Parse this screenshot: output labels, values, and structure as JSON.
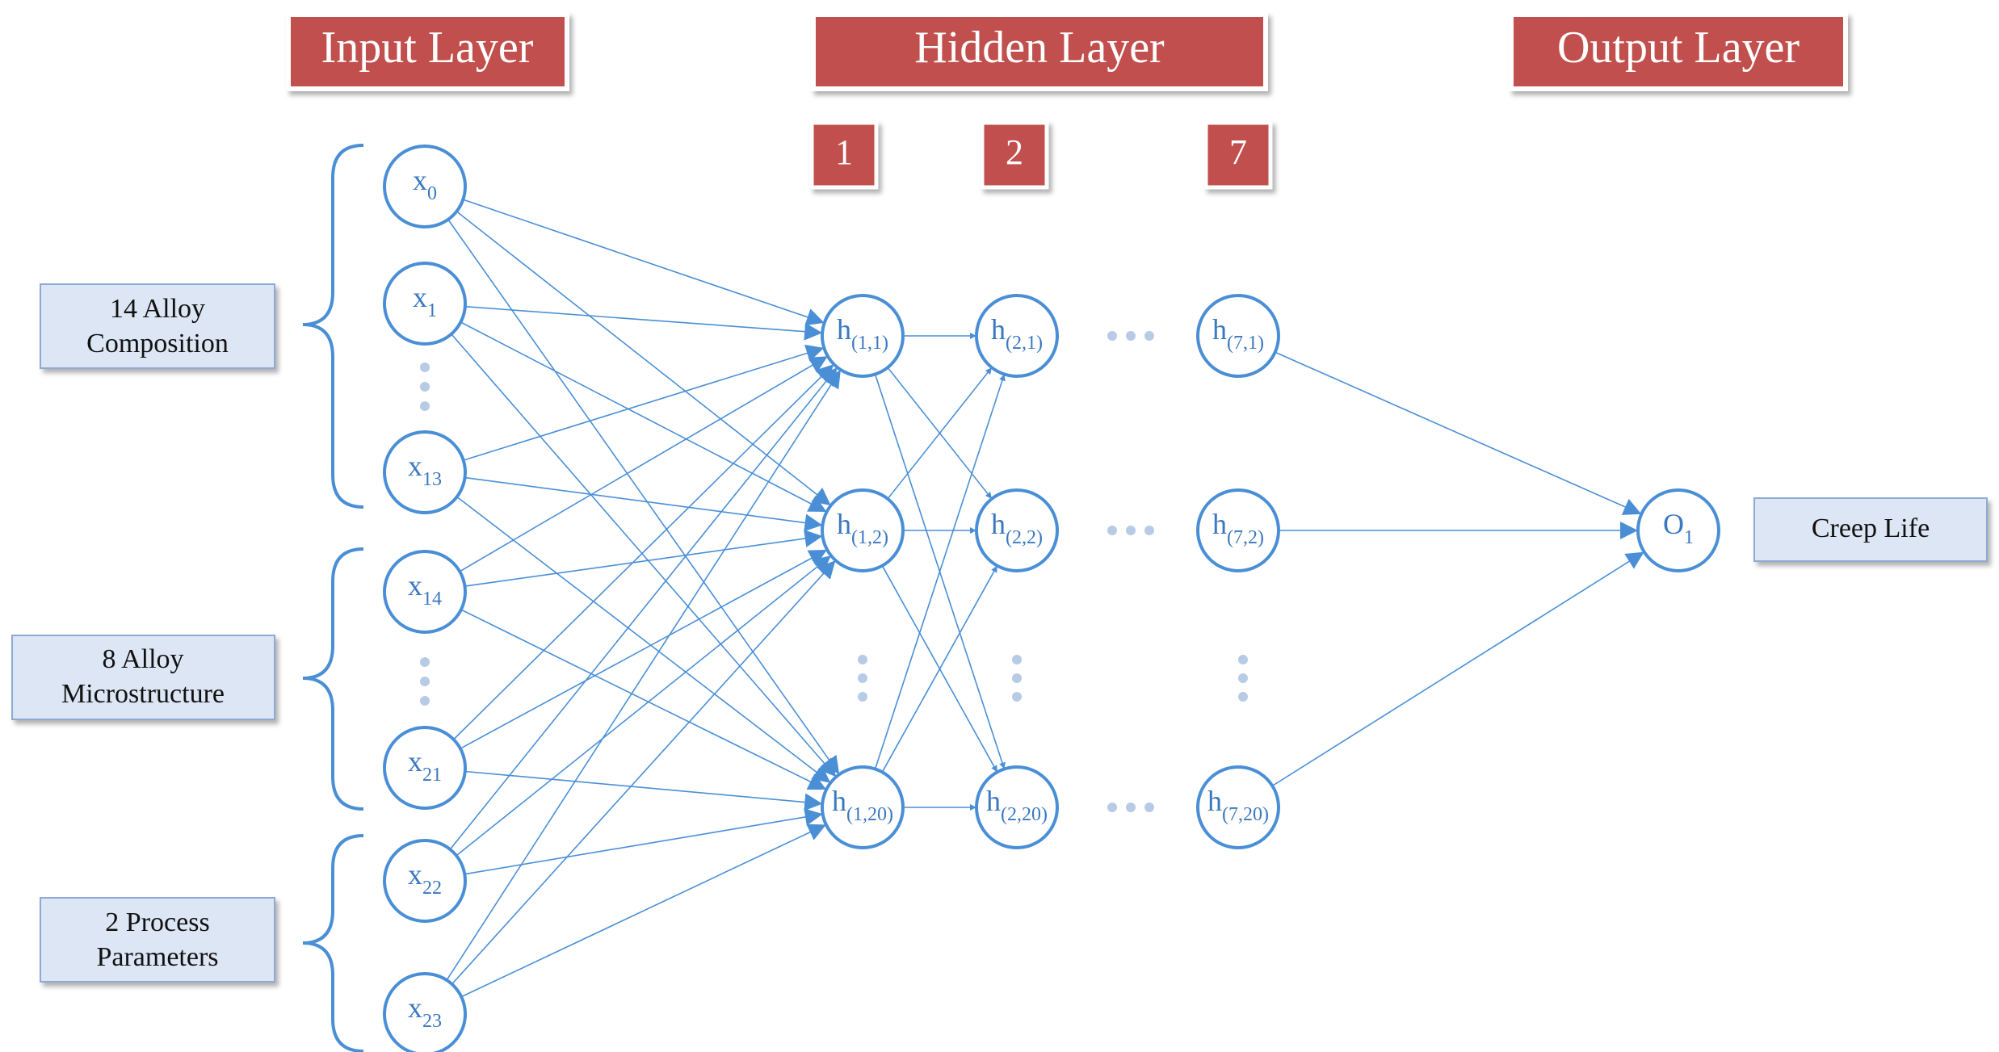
{
  "headers": {
    "input": "Input Layer",
    "hidden": "Hidden Layer",
    "output": "Output Layer"
  },
  "hidden_layer_numbers": [
    "1",
    "2",
    "7"
  ],
  "input_groups": [
    {
      "line1": "14 Alloy",
      "line2": "Composition"
    },
    {
      "line1": "8 Alloy",
      "line2": "Microstructure"
    },
    {
      "line1": "2 Process",
      "line2": "Parameters"
    }
  ],
  "output_label": "Creep Life",
  "input_nodes": [
    {
      "base": "x",
      "sub": "0"
    },
    {
      "base": "x",
      "sub": "1"
    },
    {
      "base": "x",
      "sub": "13"
    },
    {
      "base": "x",
      "sub": "14"
    },
    {
      "base": "x",
      "sub": "21"
    },
    {
      "base": "x",
      "sub": "22"
    },
    {
      "base": "x",
      "sub": "23"
    }
  ],
  "hidden_nodes": [
    [
      {
        "base": "h",
        "sub": "(1,1)"
      },
      {
        "base": "h",
        "sub": "(1,2)"
      },
      {
        "base": "h",
        "sub": "(1,20)"
      }
    ],
    [
      {
        "base": "h",
        "sub": "(2,1)"
      },
      {
        "base": "h",
        "sub": "(2,2)"
      },
      {
        "base": "h",
        "sub": "(2,20)"
      }
    ],
    [
      {
        "base": "h",
        "sub": "(7,1)"
      },
      {
        "base": "h",
        "sub": "(7,2)"
      },
      {
        "base": "h",
        "sub": "(7,20)"
      }
    ]
  ],
  "output_node": {
    "base": "O",
    "sub": "1"
  },
  "colors": {
    "node_stroke": "#4a8fd6",
    "edge": "#4a8fd6",
    "dots": "#b8cbe6",
    "header_fill": "#c0504d",
    "label_fill": "#dce6f5"
  }
}
